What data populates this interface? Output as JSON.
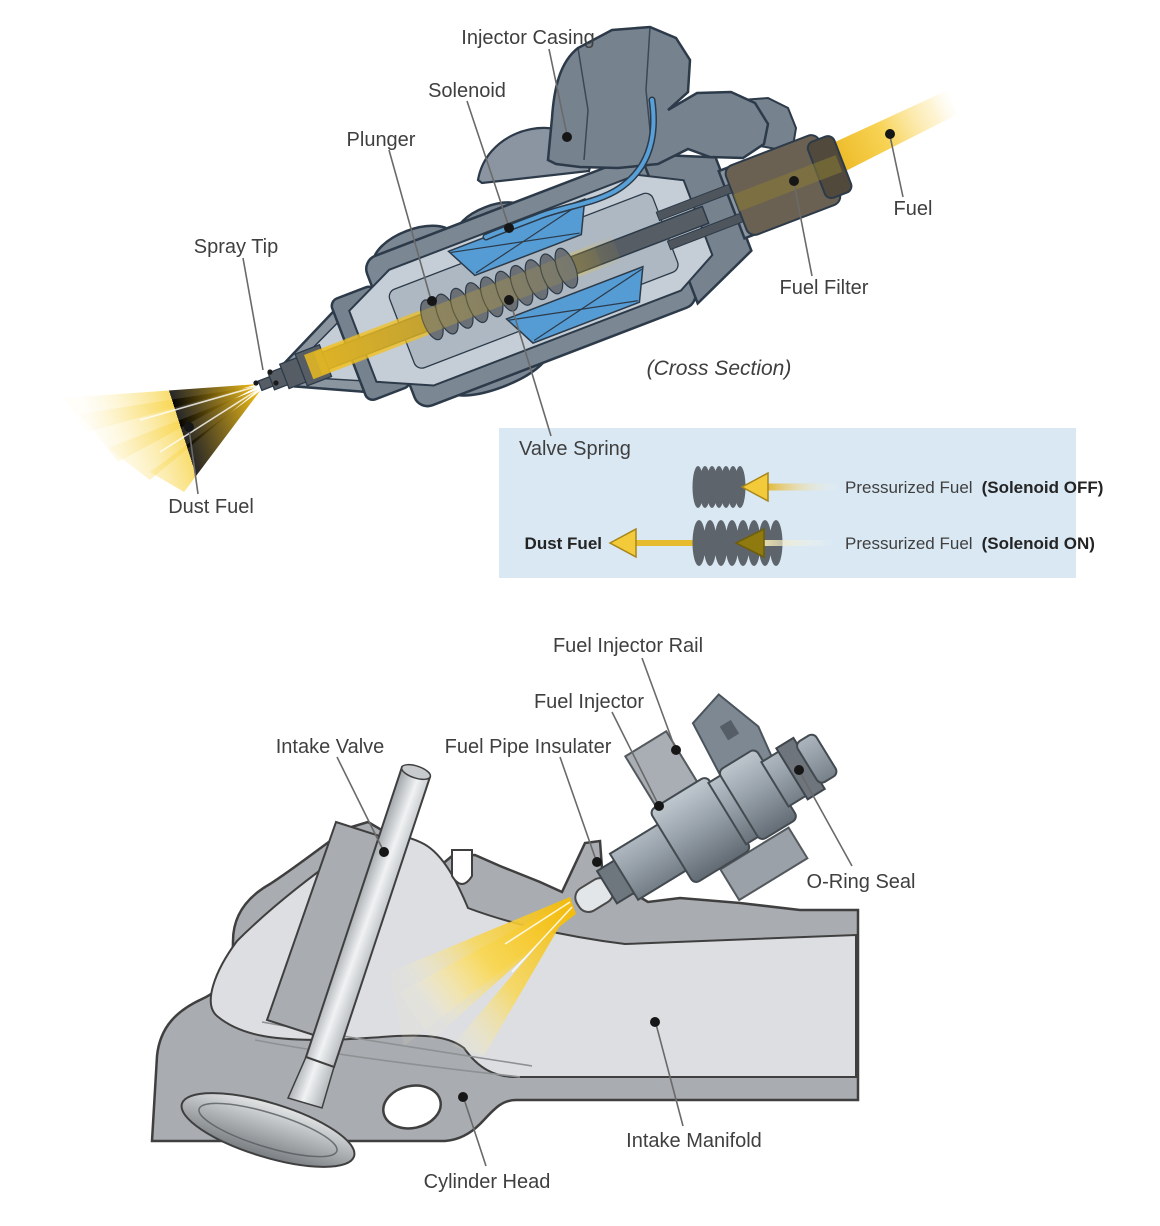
{
  "figure": {
    "background": "#ffffff",
    "subject": "fuel injector diagram"
  },
  "top": {
    "caption": "(Cross Section)",
    "labels": {
      "injector_casing": "Injector Casing",
      "solenoid": "Solenoid",
      "plunger": "Plunger",
      "spray_tip": "Spray Tip",
      "fuel": "Fuel",
      "fuel_filter": "Fuel Filter",
      "dust_fuel": "Dust Fuel",
      "valve_spring": "Valve Spring"
    }
  },
  "legend": {
    "bg_color": "#d9e8f3",
    "row_off": {
      "fuel": "Pressurized Fuel",
      "state": "(Solenoid OFF)"
    },
    "row_on": {
      "dust": "Dust Fuel",
      "fuel": "Pressurized Fuel",
      "state": "(Solenoid ON)"
    }
  },
  "bottom": {
    "labels": {
      "fuel_injector_rail": "Fuel Injector Rail",
      "fuel_injector": "Fuel Injector",
      "intake_valve": "Intake Valve",
      "fuel_pipe_insulater": "Fuel Pipe Insulater",
      "o_ring_seal": "O-Ring Seal",
      "intake_manifold": "Intake Manifold",
      "cylinder_head": "Cylinder Head"
    }
  },
  "colors": {
    "accent_yellow": "#f5c41c",
    "coil_blue": "#559cd5",
    "legend_bg": "#d9e8f3",
    "casing_gray": "#77828e",
    "cut_interior_gray": "#c5ced7",
    "head_gray": "#a9acb0",
    "port_gray": "#dcdee1",
    "filter_brown": "#6a6153",
    "label_text": "#3f3f3f",
    "outline_navy": "#2c3a49"
  }
}
